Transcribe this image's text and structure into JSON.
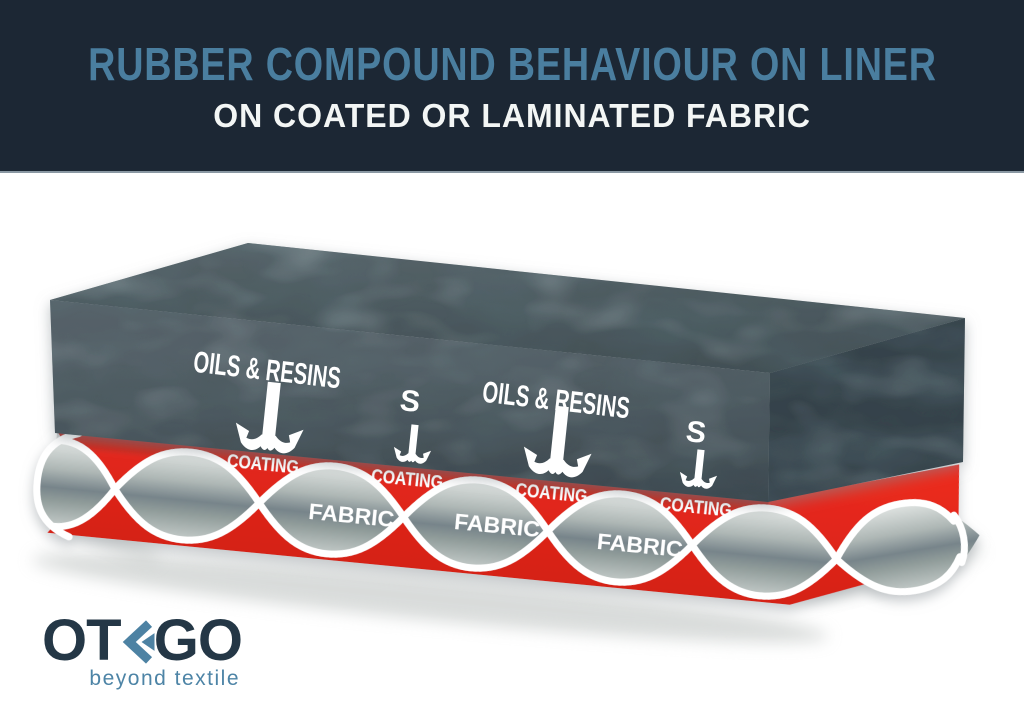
{
  "header": {
    "title": "RUBBER COMPOUND BEHAVIOUR ON LINER",
    "subtitle": "ON COATED OR LAMINATED FABRIC",
    "bg_color": "#1c2734",
    "title_color": "#4a7e9f",
    "subtitle_color": "#f3f6f5"
  },
  "diagram": {
    "labels": {
      "oils_resins": "OILS & RESINS",
      "sulphur": "S",
      "coating": "COATING",
      "fabric": "FABRIC"
    },
    "colors": {
      "rubber_dark": "#42515a",
      "coating_red": "#e8271e",
      "yarn_gray": "#aeb7b5",
      "label_white": "#ffffff"
    }
  },
  "logo": {
    "part1": "OT",
    "part2": "GO",
    "icon": "double-left-chevron",
    "tagline": "beyond textile",
    "dark_color": "#243746",
    "accent_color": "#4d82a3"
  }
}
